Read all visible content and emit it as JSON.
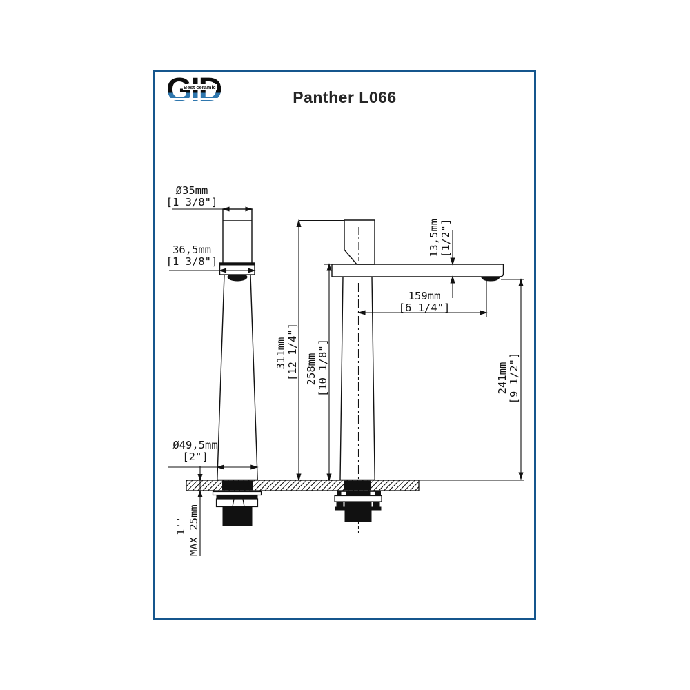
{
  "page": {
    "title": "Panther L066",
    "border_color": "#15568d"
  },
  "logo": {
    "name": "GID",
    "tagline": "Best ceramic",
    "wave_color": "#2e76ad"
  },
  "drawing": {
    "subject": "single-lever tall basin mixer, front and side elevation with mounting hardware",
    "dims": {
      "d35_mm": "Ø35mm",
      "d35_in": "[1 3/8\"]",
      "w365_mm": "36,5mm",
      "w365_in": "[1 3/8\"]",
      "h311_mm": "311mm",
      "h311_in": "[12 1/4\"]",
      "h258_mm": "258mm",
      "h258_in": "[10 1/8\"]",
      "t135_mm": "13,5mm",
      "t135_in": "[1/2\"]",
      "r159_mm": "159mm",
      "r159_in": "[6 1/4\"]",
      "h241_mm": "241mm",
      "h241_in": "[9 1/2\"]",
      "d495_mm": "Ø49,5mm",
      "d495_in": "[2\"]",
      "max_thickness": "MAX 25mm",
      "thread": "1''"
    }
  }
}
